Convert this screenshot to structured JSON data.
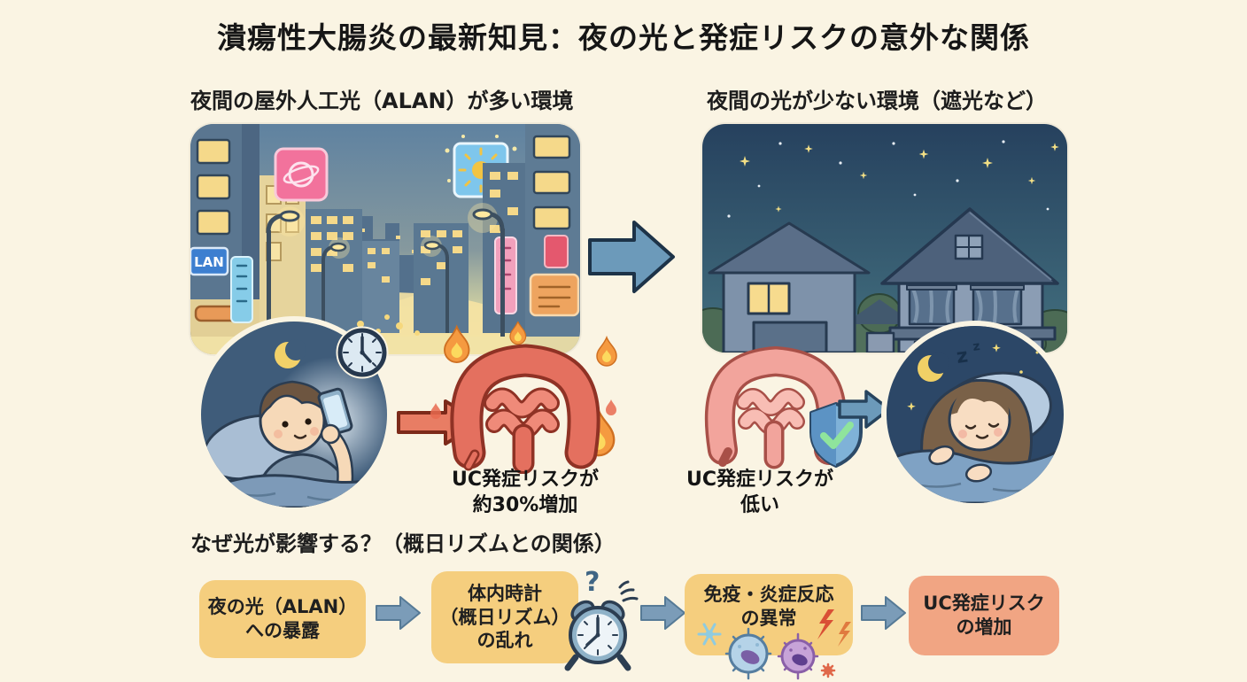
{
  "title": "潰瘍性大腸炎の最新知見：夜の光と発症リスクの意外な関係",
  "left_panel": {
    "header": "夜間の屋外人工光（ALAN）が多い環境",
    "street_sign": "LAN",
    "caption": "UC発症リスクが\n約30%増加"
  },
  "right_panel": {
    "header": "夜間の光が少ない環境（遮光など）",
    "caption": "UC発症リスクが\n低い",
    "sleep_z": "z"
  },
  "mechanism": {
    "header": "なぜ光が影響する？（概日リズムとの関係）",
    "question_mark": "?",
    "steps": [
      {
        "label": "夜の光（ALAN）\nへの暴露"
      },
      {
        "label": "体内時計\n（概日リズム）\nの乱れ"
      },
      {
        "label": "免疫・炎症反応\nの異常"
      },
      {
        "label": "UC発症リスク\nの増加"
      }
    ]
  },
  "colors": {
    "background": "#FAF4E3",
    "step_box_yellow": "#F5CE7E",
    "step_box_salmon": "#F1A583",
    "arrow_blue": "#6C9ABA",
    "arrow_red": "#E87D64",
    "inflamed_colon": "#E4705F",
    "healthy_colon": "#F2A49C"
  }
}
